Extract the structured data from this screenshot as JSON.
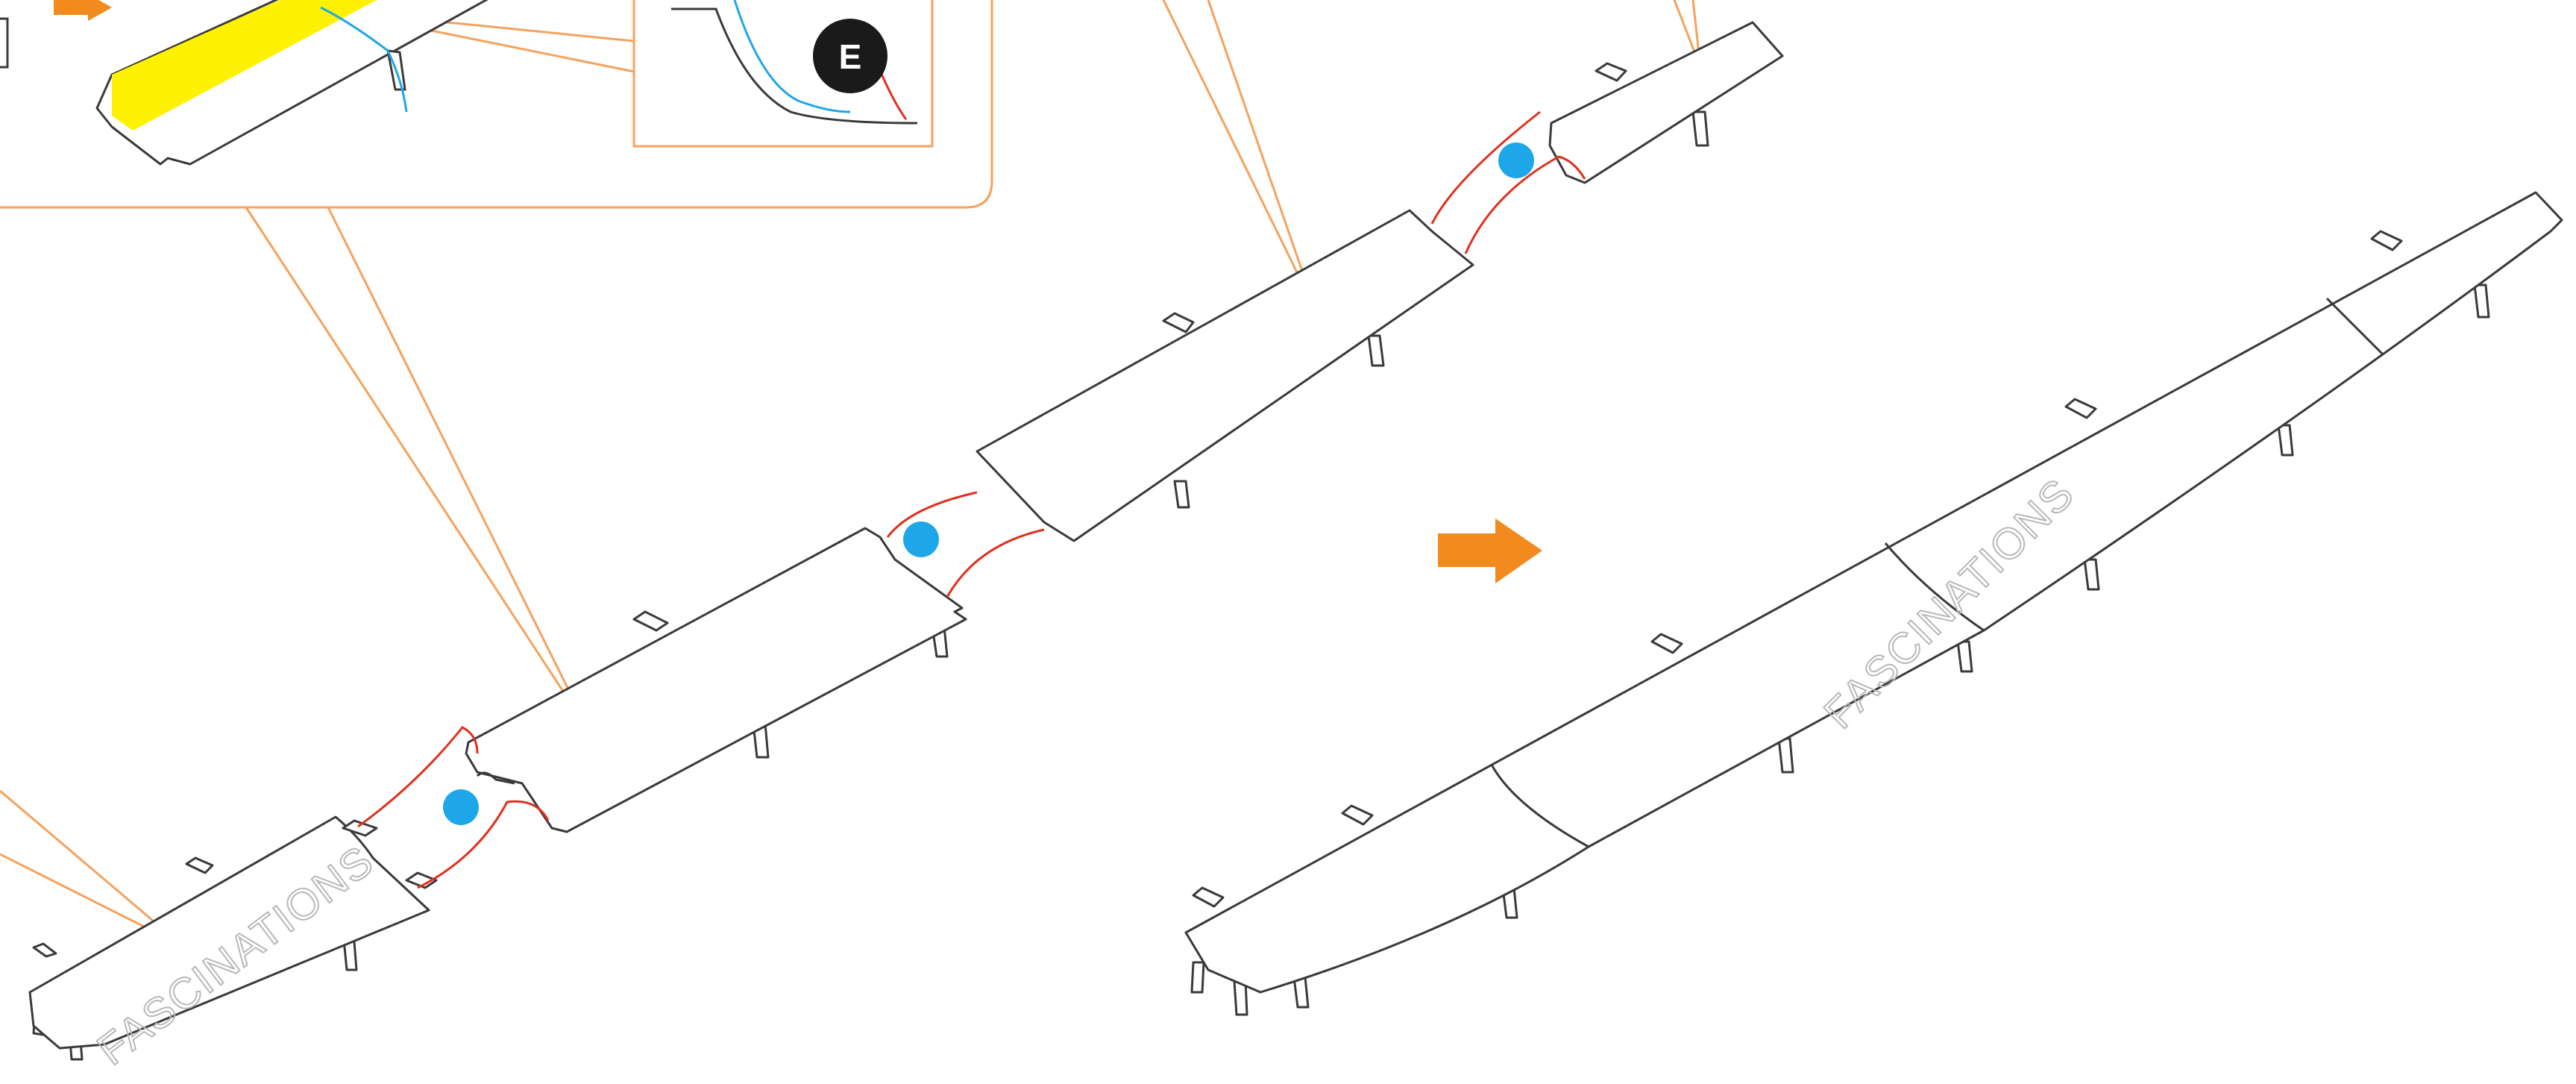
{
  "colors": {
    "outline": "#3a3a3a",
    "callout": "#f5a25d",
    "glue_path": "#e0301e",
    "glue_dot": "#1ea7e8",
    "arrow": "#f28a1e",
    "tape": "#fff200",
    "badge": "#1a1a1a",
    "watermark": "#b8b8b8"
  },
  "badge": {
    "label": "E"
  },
  "watermarks": [
    "FASCINATIONS",
    "FASCINATIONS"
  ],
  "icons": {
    "next_step": "arrow-right-icon",
    "glue_point": "glue-dot-icon"
  }
}
